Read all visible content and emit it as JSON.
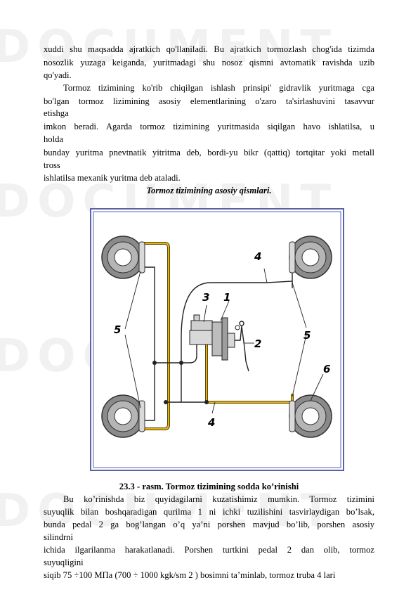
{
  "watermark": "DOCUMENT",
  "paragraph1": {
    "lines": [
      "xuddi shu maqsadda ajratkich qo'llaniladi. Bu ajratkich tormozlash chog'ida tizimda",
      "nosozlik yuzaga keiganda, yuritmadagi shu nosoz qismni avtomatik ravishda uzib",
      "qo'yadi."
    ]
  },
  "paragraph2": {
    "lines": [
      "Tormoz tizimining ko'rib chiqilgan ishlash prinsipi' gidravlik yuritmaga cga",
      "bo'lgan tormoz lizimining asosiy elementlarining o'zaro ta'sirlashuvini tasavvur",
      "etishga",
      "imkon beradi. Agarda tormoz tizimining yuritmasida siqilgan havo ishlatilsa, u",
      "holda",
      "bunday yuritma pnevtnatik yitritma deb, bordi-yu bikr (qattiq) tortqitar yoki metall",
      "tross",
      "ishlatilsa mexanik yuritma deb ataladi."
    ]
  },
  "section_heading": "Tormoz tizimining asosiy qismlari.",
  "figure": {
    "callouts": [
      "1",
      "2",
      "3",
      "4",
      "4",
      "5",
      "5",
      "6"
    ],
    "colors": {
      "frame": "#5b63a8",
      "hydraulic_line": "#e6b400",
      "line": "#222222",
      "disc": "#7a7a7a"
    },
    "caption": "23.3 - rasm. Tormoz tizimining sodda ko’rinishi"
  },
  "paragraph3": {
    "lines": [
      "Bu ko’rinishda biz quyidagilarni kuzatishimiz mumkin. Tormoz tizimini",
      "suyuqlik bilan boshqaradigan qurilma 1 ni ichki tuzilishini tasvirlaydigan bo’lsak,",
      "bunda pedal 2 ga bog’langan o’q ya’ni porshen mavjud bo’lib, porshen asosiy",
      "silindrni",
      "ichida ilgarilanma harakatlanadi. Porshen turtkini pedal 2 dan olib, tormoz",
      "suyuqligini",
      "siqib 75 ÷100 МПа (700 ÷ 1000 kgk/sm 2 ) bosimni ta’minlab, tormoz truba 4 lari"
    ]
  }
}
